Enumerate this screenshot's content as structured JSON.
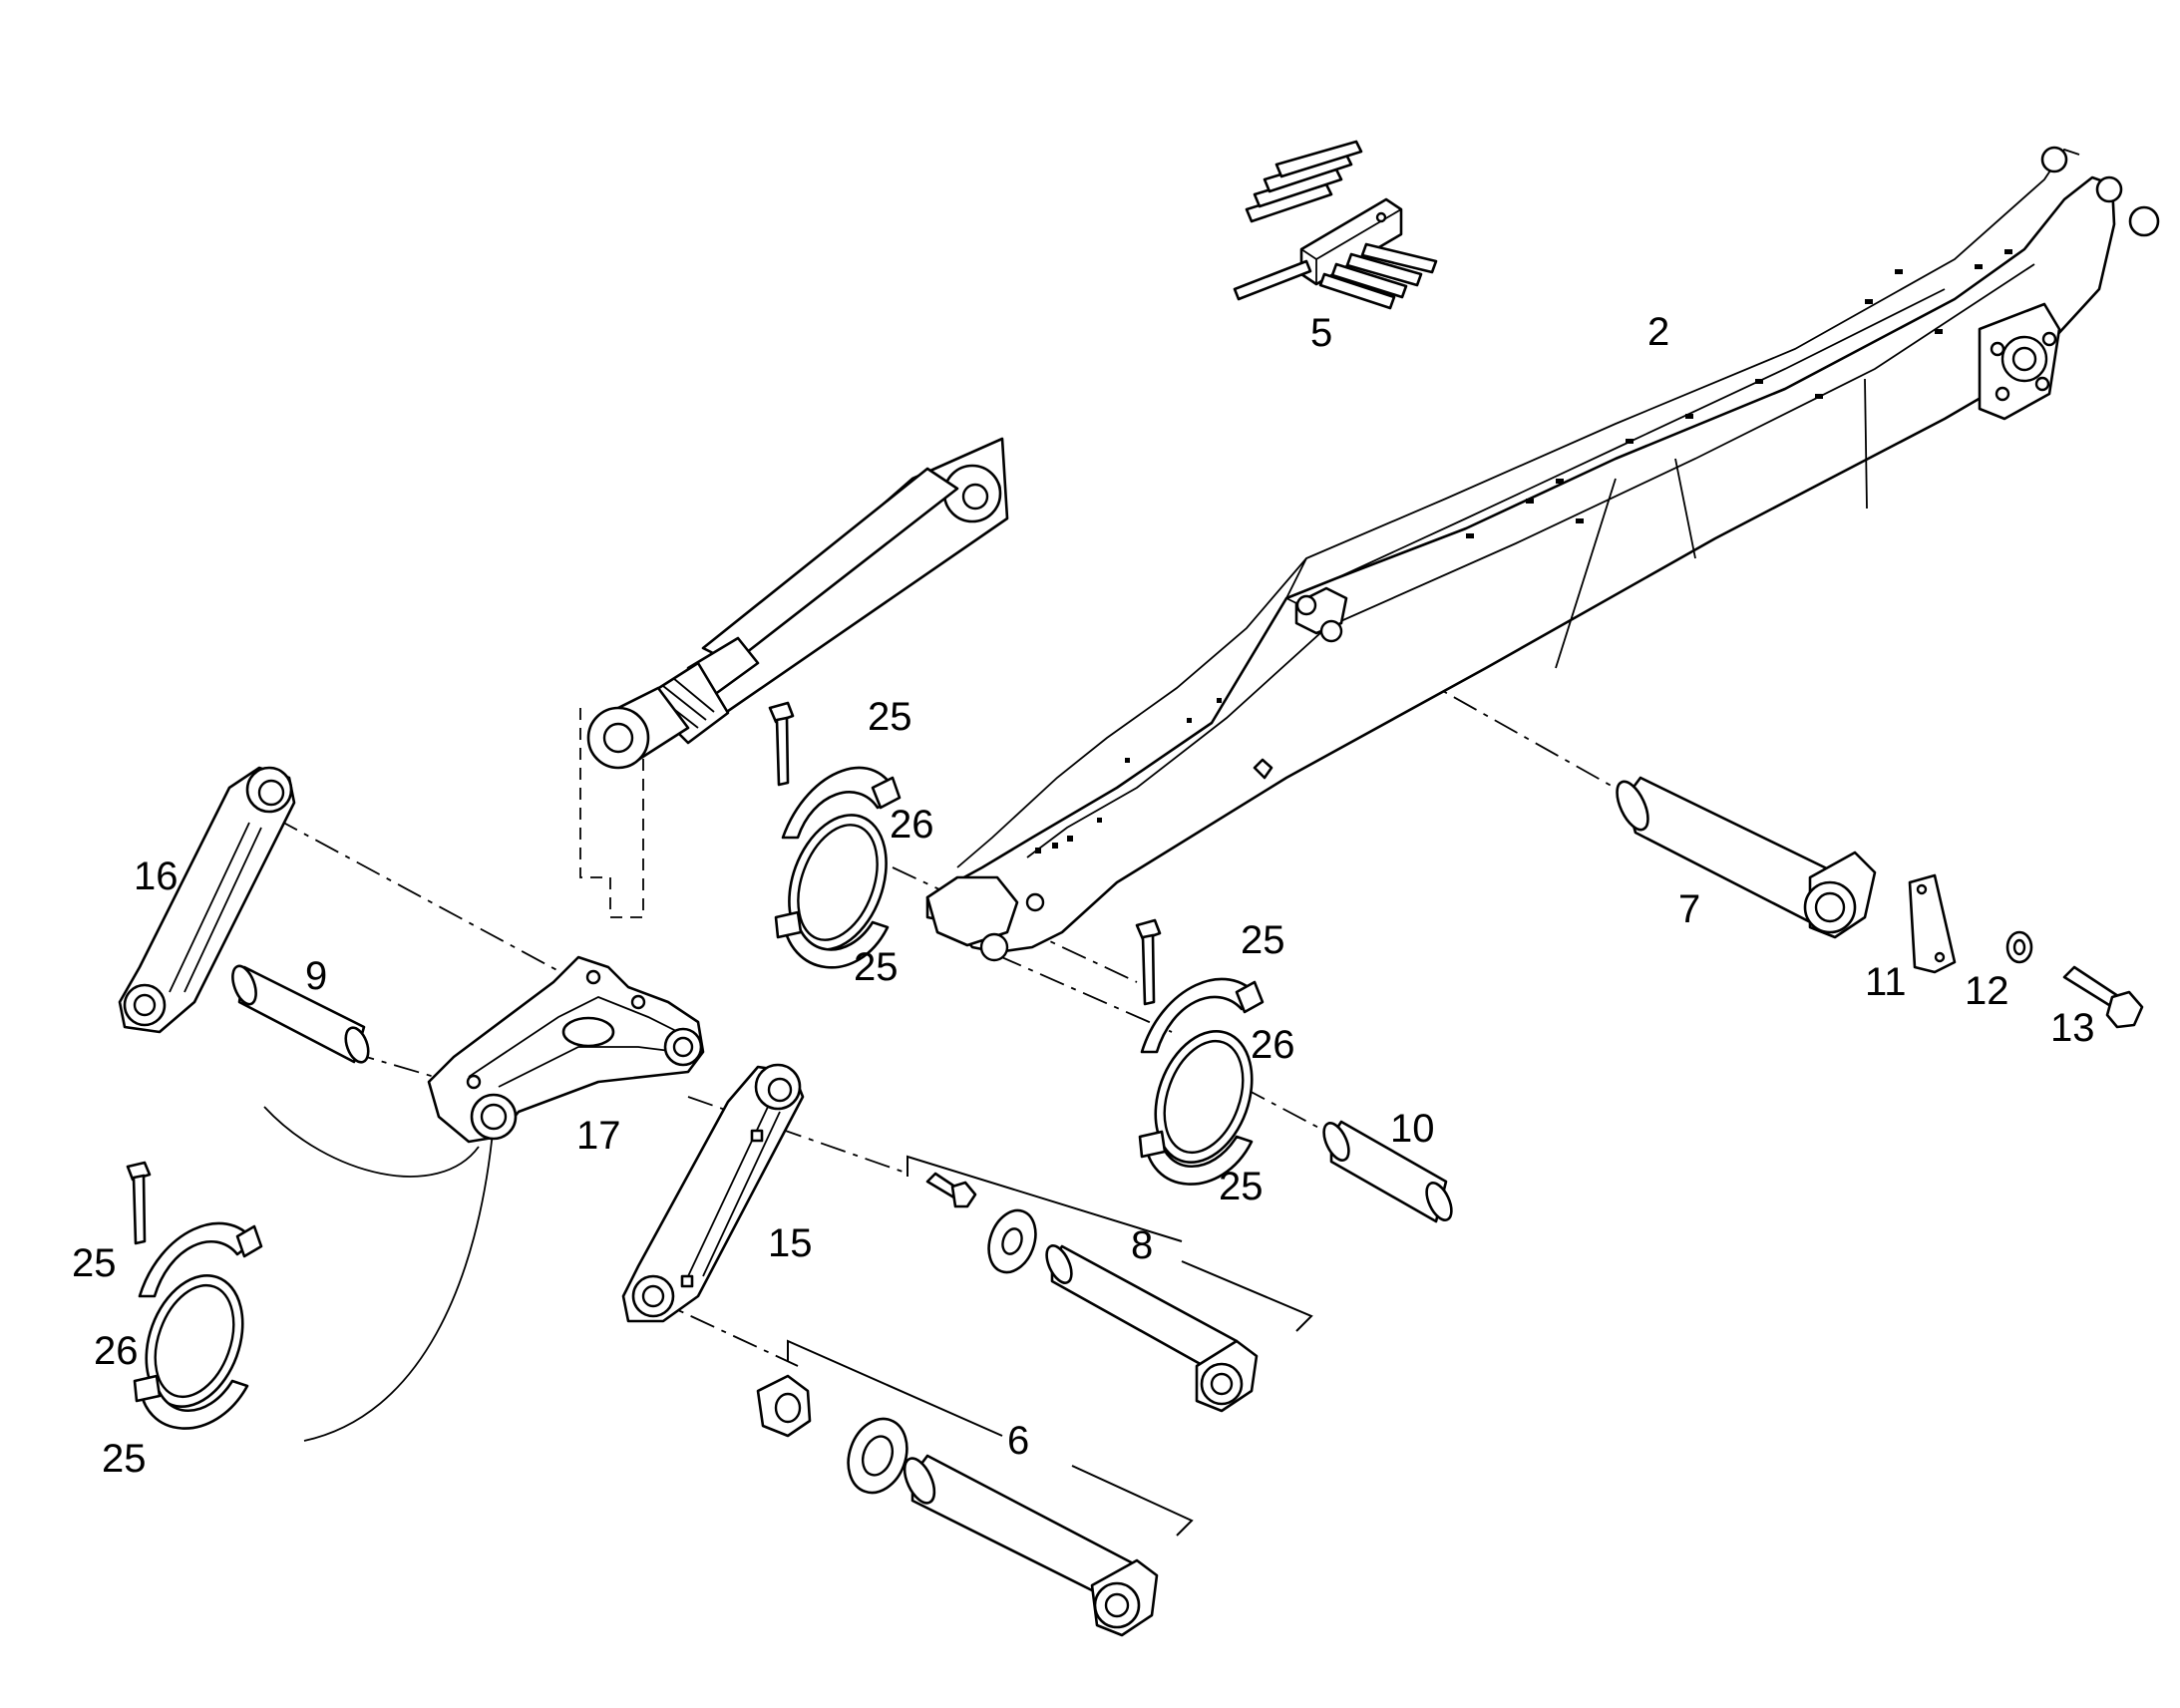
{
  "callouts": {
    "c2": "2",
    "c5": "5",
    "c6": "6",
    "c7": "7",
    "c8": "8",
    "c9": "9",
    "c10": "10",
    "c11": "11",
    "c12": "12",
    "c13": "13",
    "c15": "15",
    "c16": "16",
    "c17": "17",
    "c25a": "25",
    "c25b": "25",
    "c25c": "25",
    "c25d": "25",
    "c25e": "25",
    "c25f": "25",
    "c26a": "26",
    "c26b": "26",
    "c26c": "26"
  },
  "colors": {
    "line": "#000000",
    "background": "#ffffff"
  }
}
